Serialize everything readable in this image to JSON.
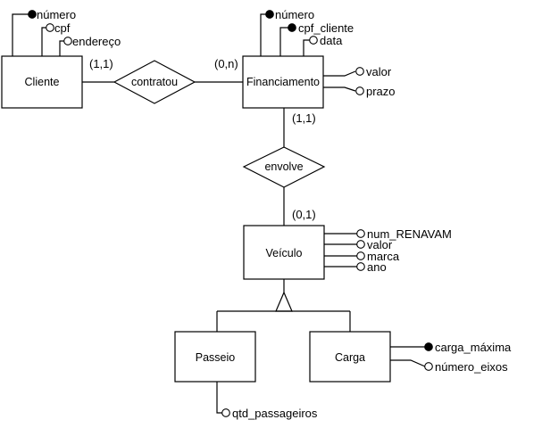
{
  "entities": {
    "cliente": {
      "name": "Cliente"
    },
    "financiamento": {
      "name": "Financiamento"
    },
    "veiculo": {
      "name": "Veículo"
    },
    "passeio": {
      "name": "Passeio"
    },
    "carga": {
      "name": "Carga"
    }
  },
  "relationships": {
    "contratou": {
      "name": "contratou"
    },
    "envolve": {
      "name": "envolve"
    }
  },
  "cardinalities": {
    "cliente_contratou": "(1,1)",
    "financiamento_contratou": "(0,n)",
    "financiamento_envolve": "(1,1)",
    "veiculo_envolve": "(0,1)"
  },
  "attributes": {
    "cliente": [
      {
        "name": "número",
        "key": true
      },
      {
        "name": "cpf",
        "key": false
      },
      {
        "name": "endereço",
        "key": false
      }
    ],
    "financiamento_top": [
      {
        "name": "número",
        "key": true
      },
      {
        "name": "cpf_cliente",
        "key": true
      },
      {
        "name": "data",
        "key": false
      }
    ],
    "financiamento_right": [
      {
        "name": "valor",
        "key": false
      },
      {
        "name": "prazo",
        "key": false
      }
    ],
    "veiculo": [
      {
        "name": "num_RENAVAM",
        "key": false
      },
      {
        "name": "valor",
        "key": false
      },
      {
        "name": "marca",
        "key": false
      },
      {
        "name": "ano",
        "key": false
      }
    ],
    "passeio": [
      {
        "name": "qtd_passageiros",
        "key": false
      }
    ],
    "carga": [
      {
        "name": "carga_máxima",
        "key": true
      },
      {
        "name": "número_eixos",
        "key": false
      }
    ]
  },
  "colors": {
    "line": "#000000",
    "background": "#ffffff"
  }
}
